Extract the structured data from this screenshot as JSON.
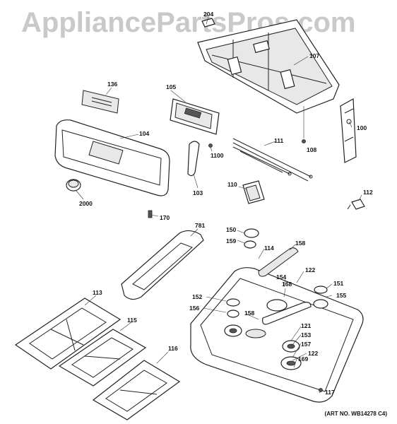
{
  "watermark": "AppliancePartsPros.com",
  "art_number": "(ART NO. WB14278 C4)",
  "parts": {
    "p204": "204",
    "p107": "107",
    "p136": "136",
    "p105": "105",
    "p104": "104",
    "p100": "100",
    "p111": "111",
    "p108": "108",
    "p1100": "1100",
    "p103": "103",
    "p110": "110",
    "p112": "112",
    "p2000": "2000",
    "p170": "170",
    "p781": "781",
    "p150": "150",
    "p159": "159",
    "p114": "114",
    "p158a": "158",
    "p154": "154",
    "p122a": "122",
    "p168": "168",
    "p151": "151",
    "p155": "155",
    "p113": "113",
    "p152": "152",
    "p156": "156",
    "p158b": "158",
    "p121": "121",
    "p153": "153",
    "p115": "115",
    "p157": "157",
    "p122b": "122",
    "p116": "116",
    "p169": "169",
    "p117": "117"
  }
}
